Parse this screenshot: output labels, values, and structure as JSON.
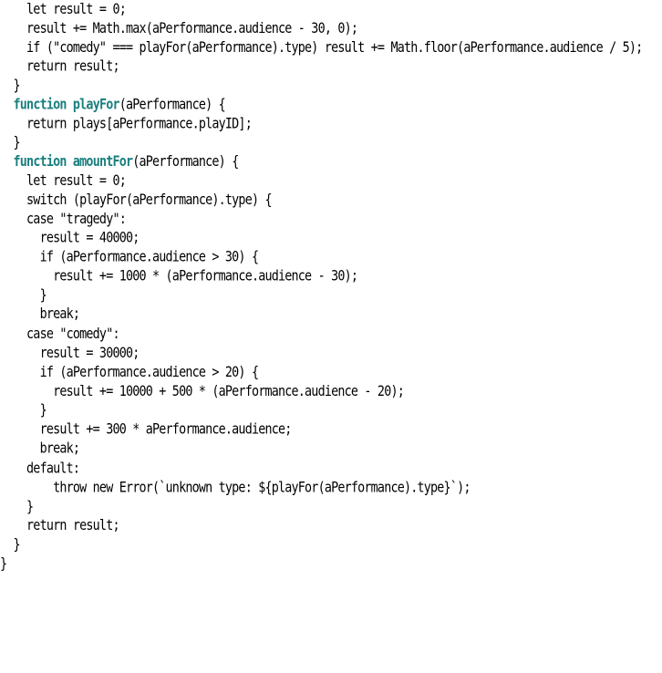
{
  "code": {
    "lines": [
      {
        "text": "    let result = 0;"
      },
      {
        "text": "    result += Math.max(aPerformance.audience - 30, 0);"
      },
      {
        "text": "    if (\"comedy\" === playFor(aPerformance).type) result += Math.floor(aPerformance.audience / 5);"
      },
      {
        "text": "    return result;"
      },
      {
        "text": "  }"
      },
      {
        "indent": "  ",
        "keyword": "function",
        "sep": " ",
        "name": "playFor",
        "rest": "(aPerformance) {"
      },
      {
        "text": "    return plays[aPerformance.playID];"
      },
      {
        "text": "  }"
      },
      {
        "indent": "  ",
        "keyword": "function",
        "sep": " ",
        "name": "amountFor",
        "rest": "(aPerformance) {"
      },
      {
        "text": "    let result = 0;"
      },
      {
        "text": "    switch (playFor(aPerformance).type) {"
      },
      {
        "text": "    case \"tragedy\":"
      },
      {
        "text": "      result = 40000;"
      },
      {
        "text": "      if (aPerformance.audience > 30) {"
      },
      {
        "text": "        result += 1000 * (aPerformance.audience - 30);"
      },
      {
        "text": "      }"
      },
      {
        "text": "      break;"
      },
      {
        "text": "    case \"comedy\":"
      },
      {
        "text": "      result = 30000;"
      },
      {
        "text": "      if (aPerformance.audience > 20) {"
      },
      {
        "text": "        result += 10000 + 500 * (aPerformance.audience - 20);"
      },
      {
        "text": "      }"
      },
      {
        "text": "      result += 300 * aPerformance.audience;"
      },
      {
        "text": "      break;"
      },
      {
        "text": "    default:"
      },
      {
        "text": "        throw new Error(`unknown type: ${playFor(aPerformance).type}`);"
      },
      {
        "text": "    }"
      },
      {
        "text": "    return result;"
      },
      {
        "text": "  }"
      },
      {
        "text": "}"
      }
    ]
  },
  "colors": {
    "keyword": "#1a7f7f",
    "text": "#000000",
    "background": "#ffffff"
  }
}
